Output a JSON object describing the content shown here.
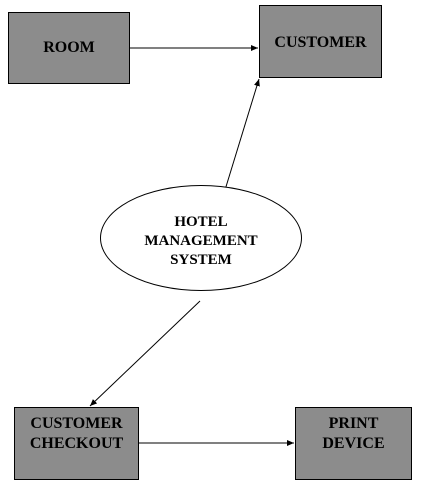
{
  "entities": {
    "room": "ROOM",
    "customer": "CUSTOMER",
    "customer_checkout": [
      "CUSTOMER",
      "CHECKOUT"
    ],
    "print_device": [
      "PRINT",
      "DEVICE"
    ]
  },
  "process": {
    "lines": [
      "HOTEL",
      "MANAGEMENT",
      "SYSTEM"
    ]
  },
  "colors": {
    "box_fill": "#8c8c8c",
    "stroke": "#000000"
  }
}
